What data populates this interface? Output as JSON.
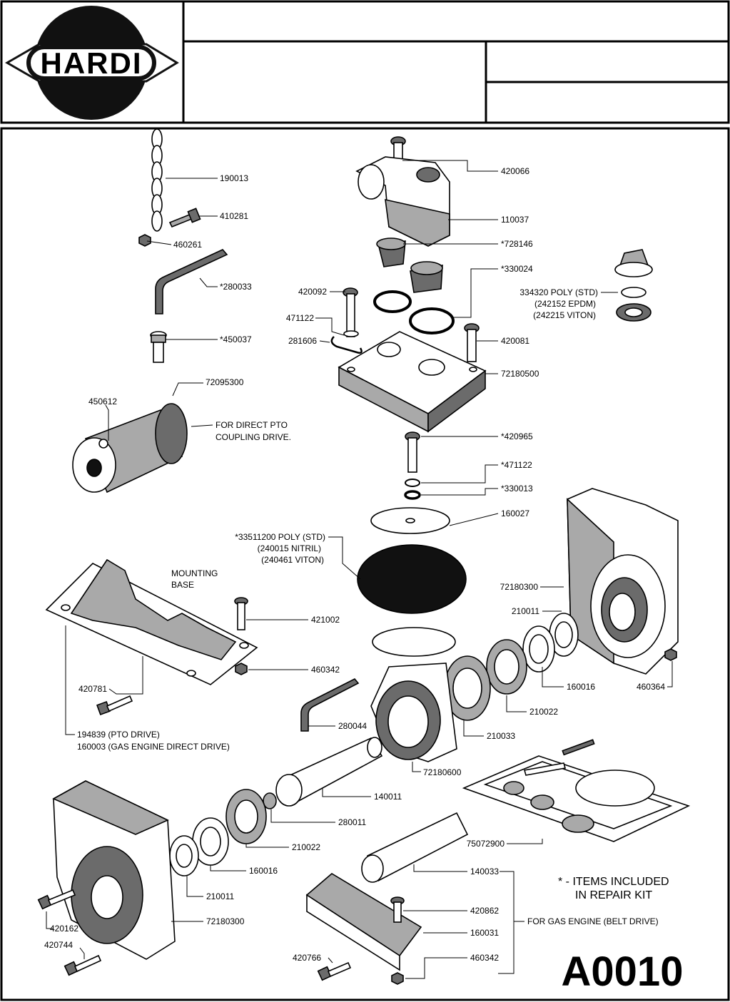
{
  "header": {
    "brand": "HARDI"
  },
  "sheet_code": "A0010",
  "notes": {
    "repair_kit_line1": "* - ITEMS INCLUDED",
    "repair_kit_line2": "IN REPAIR KIT",
    "pto_line1": "FOR DIRECT PTO",
    "pto_line2": "COUPLING DRIVE.",
    "mounting_line1": "MOUNTING",
    "mounting_line2": "BASE",
    "gas_engine": "FOR GAS ENGINE (BELT DRIVE)"
  },
  "parts": [
    {
      "id": "p190013",
      "label": "190013"
    },
    {
      "id": "p410281",
      "label": "410281"
    },
    {
      "id": "p460261",
      "label": "460261"
    },
    {
      "id": "p280033",
      "label": "*280033"
    },
    {
      "id": "p450037",
      "label": "*450037"
    },
    {
      "id": "p72095300",
      "label": "72095300"
    },
    {
      "id": "p450612",
      "label": "450612"
    },
    {
      "id": "p420066",
      "label": "420066"
    },
    {
      "id": "p110037",
      "label": "110037"
    },
    {
      "id": "p728146",
      "label": "*728146"
    },
    {
      "id": "p330024",
      "label": "*330024"
    },
    {
      "id": "p334320a",
      "label": "334320 POLY (STD)"
    },
    {
      "id": "p334320b",
      "label": "(242152 EPDM)"
    },
    {
      "id": "p334320c",
      "label": "(242215 VITON)"
    },
    {
      "id": "p420092",
      "label": "420092"
    },
    {
      "id": "p471122a",
      "label": "471122"
    },
    {
      "id": "p281606",
      "label": "281606"
    },
    {
      "id": "p420081",
      "label": "420081"
    },
    {
      "id": "p72180500",
      "label": "72180500"
    },
    {
      "id": "p420965",
      "label": "*420965"
    },
    {
      "id": "p471122b",
      "label": "*471122"
    },
    {
      "id": "p330013",
      "label": "*330013"
    },
    {
      "id": "p160027",
      "label": "160027"
    },
    {
      "id": "p33511200a",
      "label": "*33511200 POLY (STD)"
    },
    {
      "id": "p33511200b",
      "label": "(240015 NITRIL)"
    },
    {
      "id": "p33511200c",
      "label": "(240461 VITON)"
    },
    {
      "id": "p72180300a",
      "label": "72180300"
    },
    {
      "id": "p210011a",
      "label": "210011"
    },
    {
      "id": "p421002",
      "label": "421002"
    },
    {
      "id": "p460342a",
      "label": "460342"
    },
    {
      "id": "p420781",
      "label": "420781"
    },
    {
      "id": "p160016a",
      "label": "160016"
    },
    {
      "id": "p460364",
      "label": "460364"
    },
    {
      "id": "p210022a",
      "label": "210022"
    },
    {
      "id": "p280044",
      "label": "280044"
    },
    {
      "id": "p210033",
      "label": "210033"
    },
    {
      "id": "p194839",
      "label": "194839 (PTO DRIVE)"
    },
    {
      "id": "p160003",
      "label": "160003 (GAS ENGINE DIRECT DRIVE)"
    },
    {
      "id": "p72180600",
      "label": "72180600"
    },
    {
      "id": "p140011",
      "label": "140011"
    },
    {
      "id": "p280011",
      "label": "280011"
    },
    {
      "id": "p210022b",
      "label": "210022"
    },
    {
      "id": "p75072900",
      "label": "75072900"
    },
    {
      "id": "p160016b",
      "label": "160016"
    },
    {
      "id": "p140033",
      "label": "140033"
    },
    {
      "id": "p210011b",
      "label": "210011"
    },
    {
      "id": "p420862",
      "label": "420862"
    },
    {
      "id": "p420162",
      "label": "420162"
    },
    {
      "id": "p72180300b",
      "label": "72180300"
    },
    {
      "id": "p160031",
      "label": "160031"
    },
    {
      "id": "p420744",
      "label": "420744"
    },
    {
      "id": "p420766",
      "label": "420766"
    },
    {
      "id": "p460342b",
      "label": "460342"
    }
  ]
}
